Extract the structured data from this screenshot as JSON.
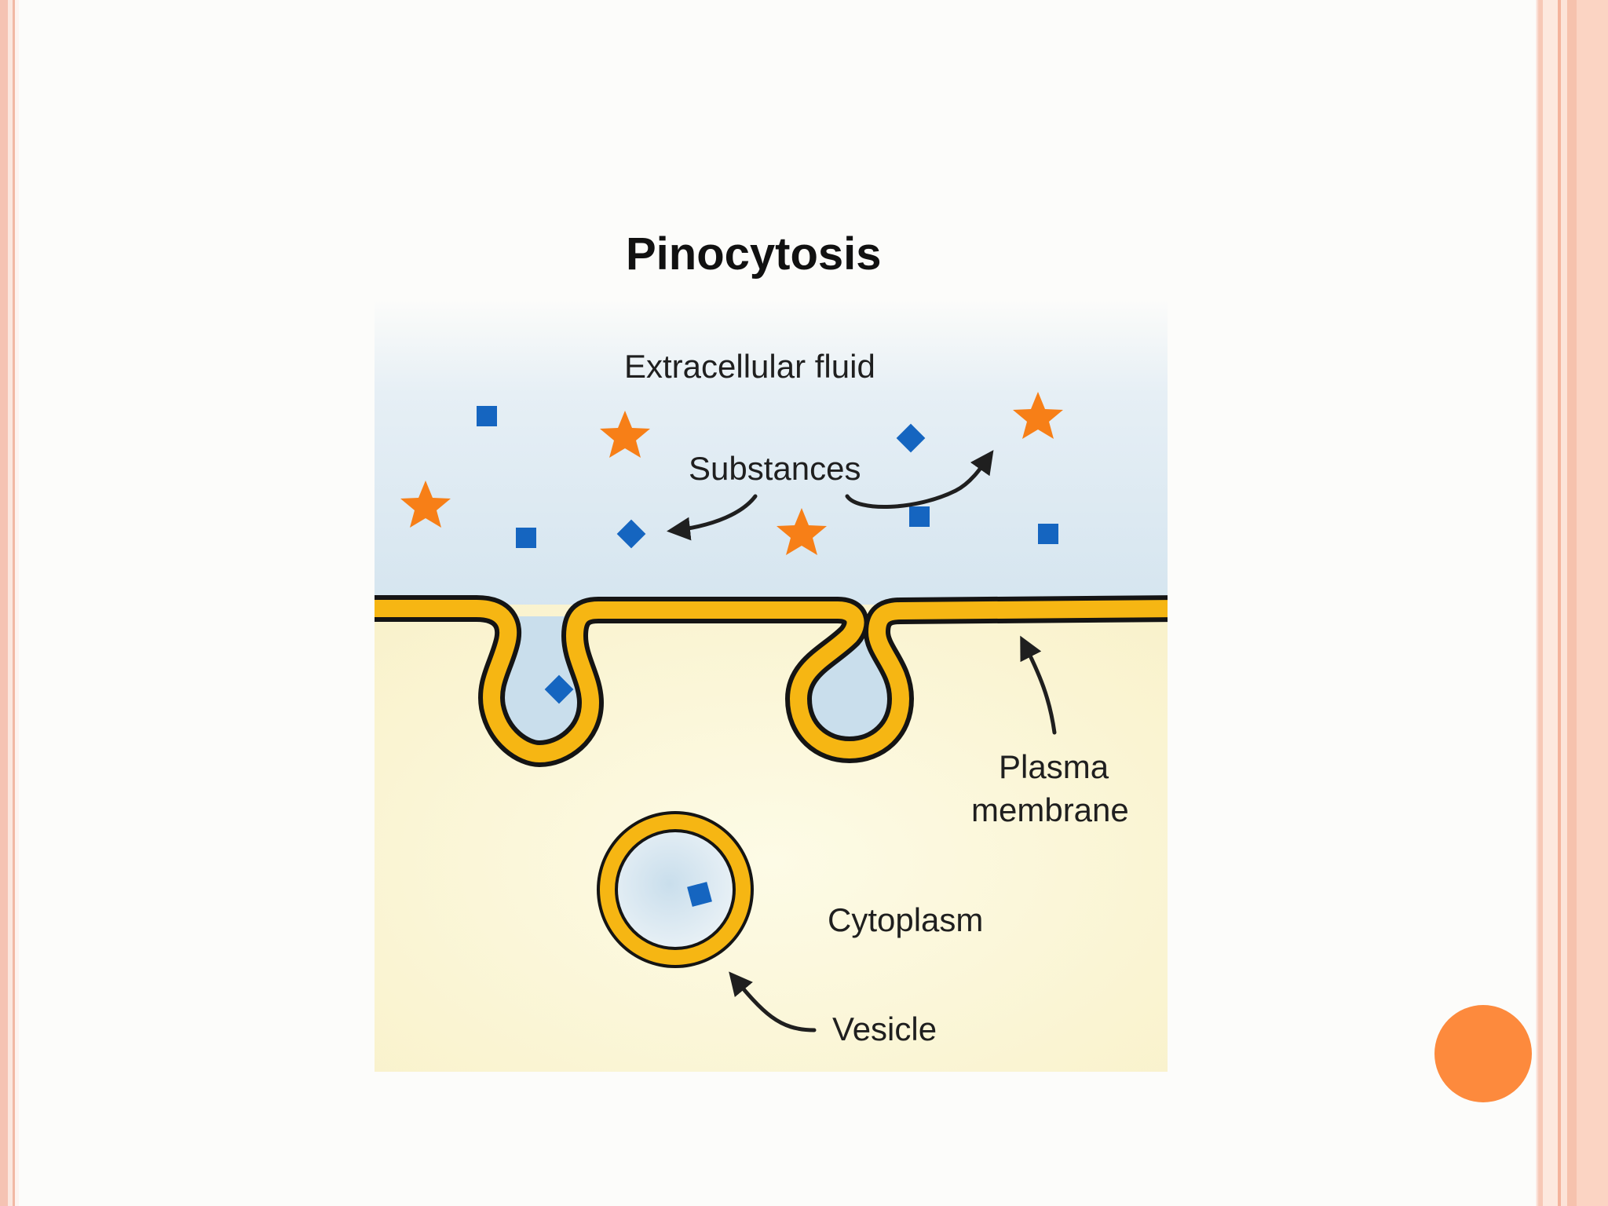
{
  "diagram": {
    "title": "Pinocytosis",
    "labels": {
      "extracellular_fluid": "Extracellular fluid",
      "substances": "Substances",
      "plasma_membrane_line1": "Plasma",
      "plasma_membrane_line2": "membrane",
      "cytoplasm": "Cytoplasm",
      "vesicle": "Vesicle"
    },
    "icons": {
      "substance_square": "square-particle-icon",
      "substance_star": "star-particle-icon"
    },
    "colors": {
      "membrane": "#f6b613",
      "membrane_outline": "#141414",
      "extracellular": "#c9deec",
      "cytoplasm": "#fbf4d1",
      "square_particle": "#1565c0",
      "star_particle": "#f77f17",
      "accent_dot": "#fd8a3d"
    }
  }
}
